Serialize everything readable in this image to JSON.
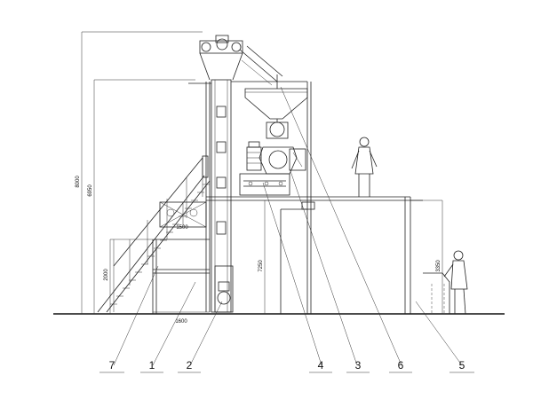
{
  "dimensions": {
    "total_height": "8000",
    "mid_height": "6950",
    "platform_height": "2000",
    "machine_height": "7250",
    "room_height": "3350",
    "stair_width": "1500",
    "base_width": "1600"
  },
  "callouts": [
    "7",
    "1",
    "2",
    "4",
    "3",
    "6",
    "5"
  ]
}
